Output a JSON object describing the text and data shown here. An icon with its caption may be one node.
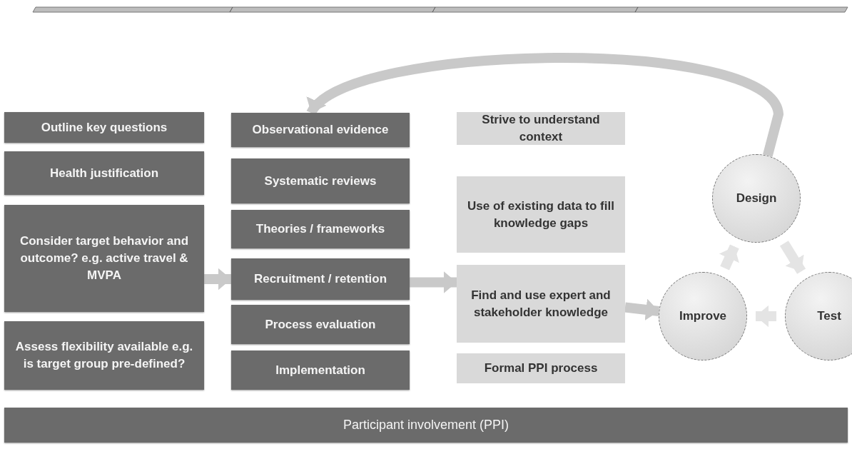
{
  "diagram": {
    "nodes": [
      {
        "text": [
          "Outline key questions"
        ]
      },
      {
        "text": [
          "Health justification"
        ]
      },
      {
        "text": [
          "Consider target behavior and outcome? e.g. active travel & MVPA"
        ]
      },
      {
        "text": [
          "Assess flexibility available e.g. is target group pre-defined?"
        ]
      },
      {
        "text": [
          "Observational evidence"
        ]
      },
      {
        "text": [
          "Systematic reviews"
        ]
      },
      {
        "text": [
          "Theories / frameworks"
        ]
      },
      {
        "text": [
          "Recruitment / retention"
        ]
      },
      {
        "text": [
          "Process evaluation"
        ]
      },
      {
        "text": [
          "Implementation"
        ]
      },
      {
        "text": [
          "Strive to understand context"
        ]
      },
      {
        "text": [
          "Use of existing data to fill knowledge gaps"
        ]
      },
      {
        "text": [
          "Find and use expert and stakeholder knowledge"
        ]
      },
      {
        "text": [
          "Formal PPI process"
        ]
      },
      {
        "text": [
          "Design"
        ]
      },
      {
        "text": [
          "Improve"
        ]
      },
      {
        "text": [
          "Test"
        ]
      },
      {
        "text": [
          "Participant involvement (PPI)"
        ]
      }
    ],
    "edges": [
      {
        "from": 2,
        "to": 7,
        "arrow": "to"
      },
      {
        "from": 7,
        "to": 12,
        "arrow": "to"
      },
      {
        "from": 12,
        "to": 15,
        "arrow": "to"
      },
      {
        "from": 15,
        "to": 14,
        "arrow": "to",
        "color": "#e4e4e4"
      },
      {
        "from": 14,
        "to": 16,
        "arrow": "to",
        "color": "#e4e4e4"
      },
      {
        "from": 16,
        "to": 15,
        "arrow": "to",
        "color": "#e4e4e4"
      },
      {
        "from": 14,
        "to": 4,
        "arrow": "to"
      }
    ]
  }
}
